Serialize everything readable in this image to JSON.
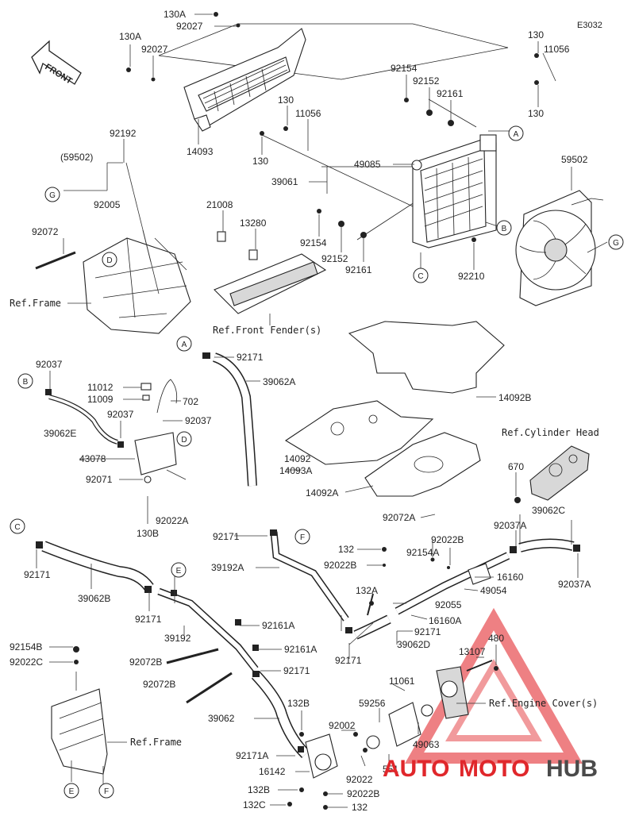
{
  "diagram_code": "E3032",
  "front_label": "FRONT",
  "watermark": {
    "part1": "AUTO",
    "part2": "MOTO",
    "part3": "HUB",
    "color1": "#e0272b",
    "color2": "#e0272b",
    "color3": "#4a4a4a"
  },
  "callouts": [
    "A",
    "B",
    "C",
    "D",
    "E",
    "F",
    "G"
  ],
  "labels": {
    "l130a_top": "130A",
    "l92027_top": "92027",
    "l130a_left": "130A",
    "l92027_left": "92027",
    "l130_tr1": "130",
    "l11056_tr": "11056",
    "l130_tr2": "130",
    "l92154_top": "92154",
    "l92152_top": "92152",
    "l92161_top": "92161",
    "l130_mid": "130",
    "l11056_mid": "11056",
    "l130_mid2": "130",
    "l14093": "14093",
    "l92192": "92192",
    "l59502p": "(59502)",
    "l92005": "92005",
    "l49085": "49085",
    "l39061": "39061",
    "l59502": "59502",
    "l21008": "21008",
    "l13280": "13280",
    "l92154_mid": "92154",
    "l92152_mid": "92152",
    "l92161_mid": "92161",
    "l92210": "92210",
    "l92072": "92072",
    "ref_frame1": "Ref.Frame",
    "ref_front_fender": "Ref.Front Fender(s)",
    "l92171_a": "92171",
    "l39062a": "39062A",
    "l14092b": "14092B",
    "l92037_l": "92037",
    "l11012": "11012",
    "l11009": "11009",
    "l702": "702",
    "l92037_m": "92037",
    "l92037_r": "92037",
    "l39062e": "39062E",
    "l43078": "43078",
    "l92071": "92071",
    "l92022a": "92022A",
    "l130b": "130B",
    "ref_cyl_head": "Ref.Cylinder Head",
    "l14092": "14092",
    "l14093a": "14093A",
    "l14092a": "14092A",
    "l670": "670",
    "l92072a": "92072A",
    "l39062c": "39062C",
    "l92171_f": "92171",
    "l39192a": "39192A",
    "l132_top": "132",
    "l92022b_top": "92022B",
    "l92154a": "92154A",
    "l92022b_r": "92022B",
    "l92037a_l": "92037A",
    "l16160": "16160",
    "l92037a_r": "92037A",
    "l49054": "49054",
    "l132a": "132A",
    "l92055": "92055",
    "l16160a": "16160A",
    "l92171_m": "92171",
    "l92171_b": "92171",
    "l39062d": "39062D",
    "l480": "480",
    "l92171_c": "92171",
    "l39062b": "39062B",
    "l92171_e": "92171",
    "l39192": "39192",
    "l92161a_1": "92161A",
    "l92161a_2": "92161A",
    "l92154b": "92154B",
    "l92022c": "92022C",
    "l92072b_1": "92072B",
    "l92171_d": "92171",
    "l92072b_2": "92072B",
    "l13107": "13107",
    "l11061": "11061",
    "ref_engine_cover": "Ref.Engine Cover(s)",
    "l59256": "59256",
    "l39062": "39062",
    "l132b": "132B",
    "l92002": "92002",
    "ref_frame2": "Ref.Frame",
    "l49063": "49063",
    "l92171a": "92171A",
    "l16142": "16142",
    "l92022": "92022",
    "l551": "551",
    "l132b_b": "132B",
    "l92022b_b": "92022B",
    "l132c": "132C",
    "l132_b": "132"
  }
}
